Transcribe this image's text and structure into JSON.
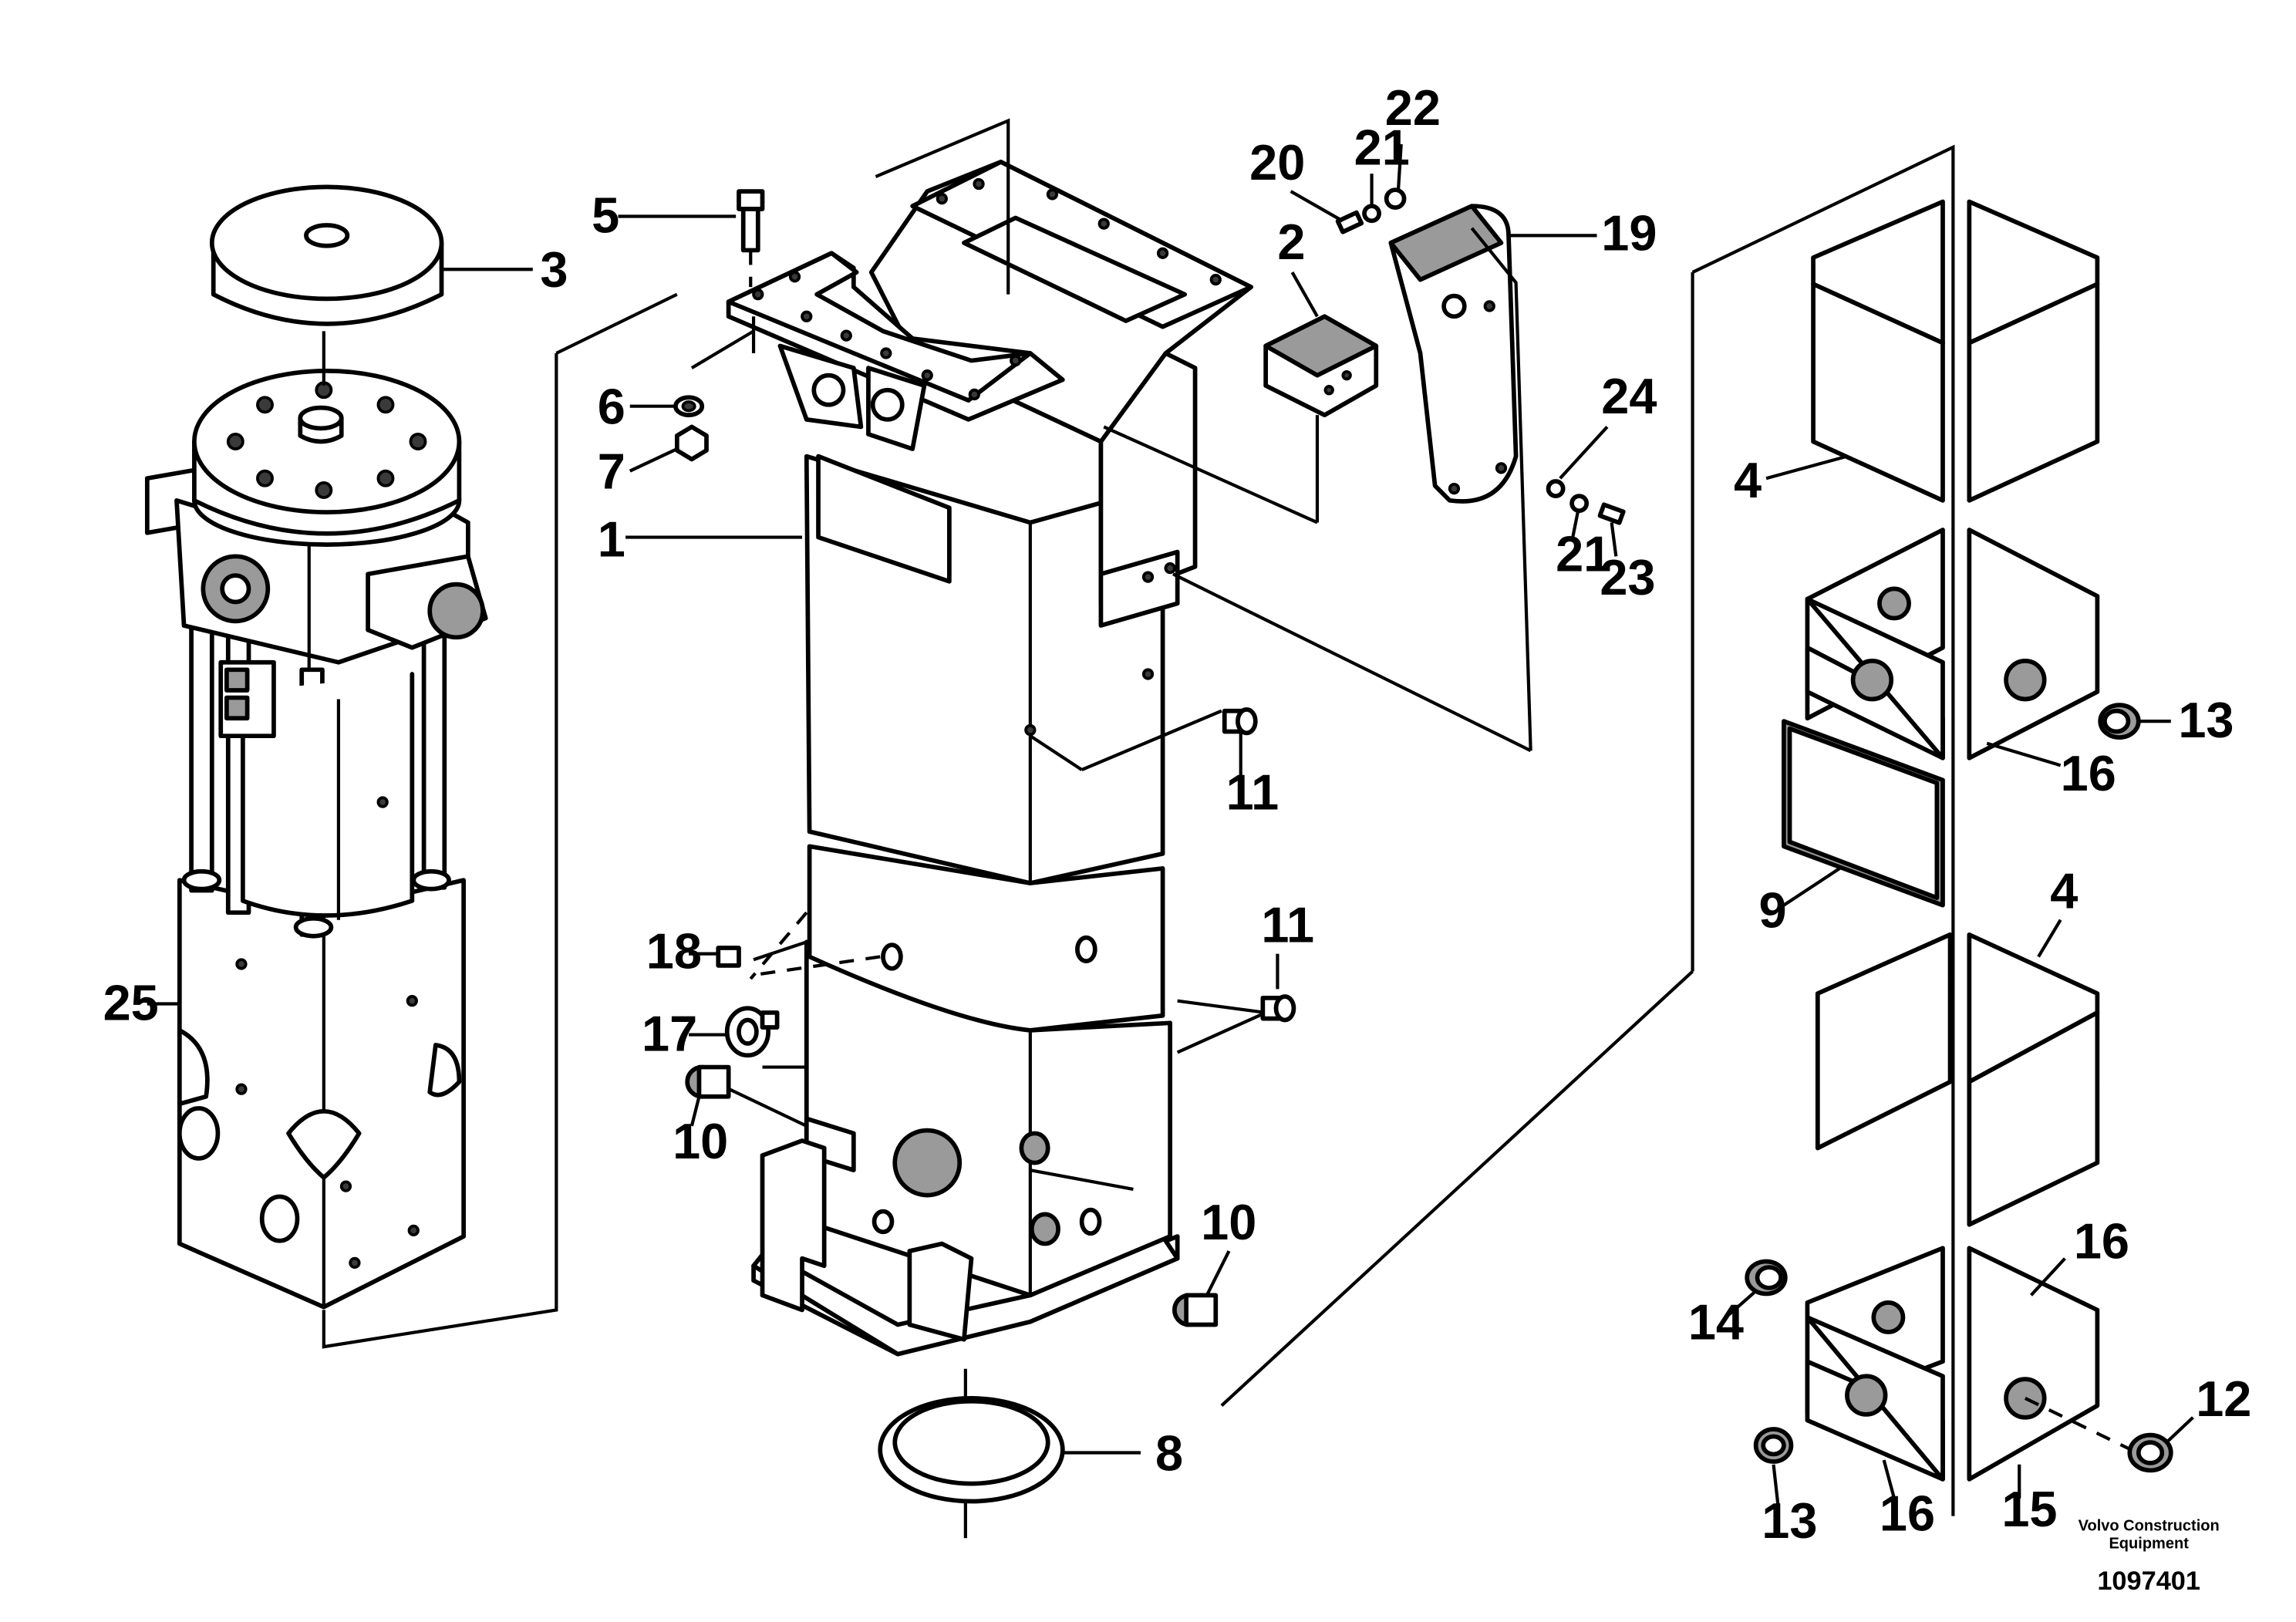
{
  "callouts": {
    "c1": "1",
    "c2": "2",
    "c3": "3",
    "c4a": "4",
    "c4b": "4",
    "c5": "5",
    "c6": "6",
    "c7": "7",
    "c8": "8",
    "c9": "9",
    "c10a": "10",
    "c10b": "10",
    "c11a": "11",
    "c11b": "11",
    "c12": "12",
    "c13a": "13",
    "c13b": "13",
    "c14": "14",
    "c15": "15",
    "c16a": "16",
    "c16b": "16",
    "c16c": "16",
    "c17": "17",
    "c18": "18",
    "c19": "19",
    "c20": "20",
    "c21a": "21",
    "c21b": "21",
    "c22": "22",
    "c23": "23",
    "c24": "24",
    "c25": "25"
  },
  "footer": {
    "brand_line1": "Volvo Construction",
    "brand_line2": "Equipment",
    "drawing_number": "1097401"
  }
}
